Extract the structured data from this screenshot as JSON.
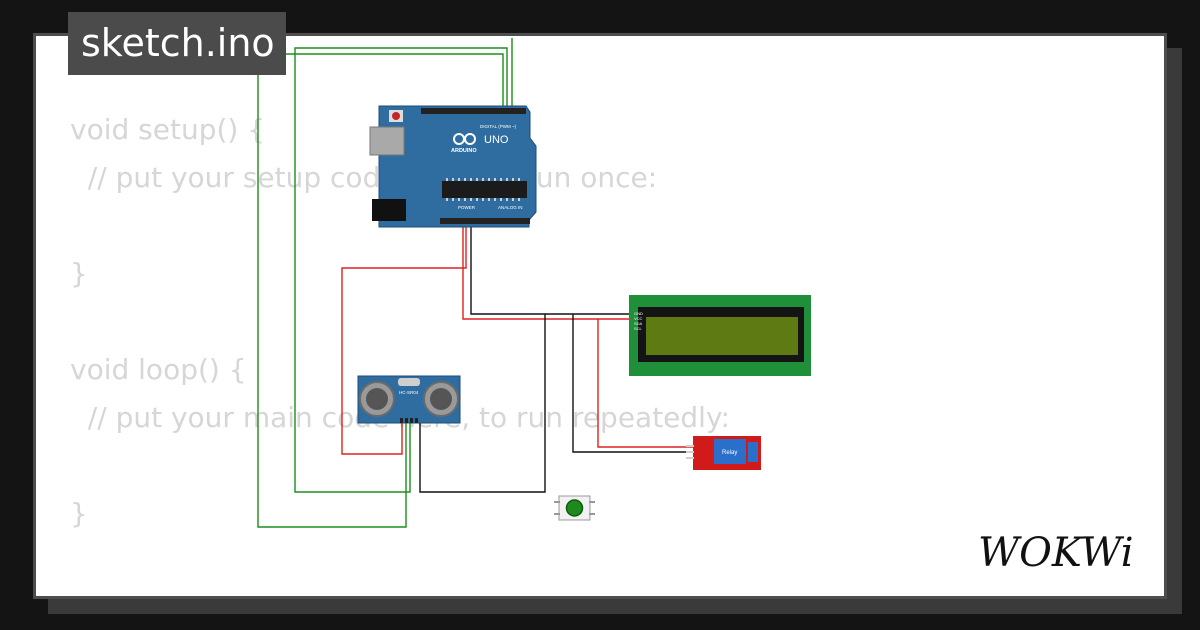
{
  "tab": {
    "title": "sketch.ino"
  },
  "code": {
    "lines": [
      "void setup() {",
      "  // put your setup code here, to run once:",
      "",
      "}",
      "",
      "void loop() {",
      "  // put your main code here, to run repeatedly:",
      "",
      "}"
    ]
  },
  "arduino": {
    "model": "UNO",
    "brand": "ARDUINO",
    "digital_label": "DIGITAL (PWM ~)",
    "power_label": "POWER",
    "analog_label": "ANALOG IN"
  },
  "sensor": {
    "label": "HC-SR04"
  },
  "relay": {
    "label": "Relay"
  },
  "lcd": {
    "pins": [
      "GND",
      "VCC",
      "SDA",
      "SCL"
    ]
  },
  "logo": {
    "text": "WOKWi"
  },
  "colors": {
    "wire_green": "#1a8f1a",
    "wire_red": "#e02020",
    "wire_black": "#111111",
    "board_blue": "#2f6da0",
    "lcd_green": "#1f8f3a",
    "lcd_screen": "#5e7a12",
    "relay_red": "#d11a1a",
    "button_green": "#1e8a1e"
  }
}
